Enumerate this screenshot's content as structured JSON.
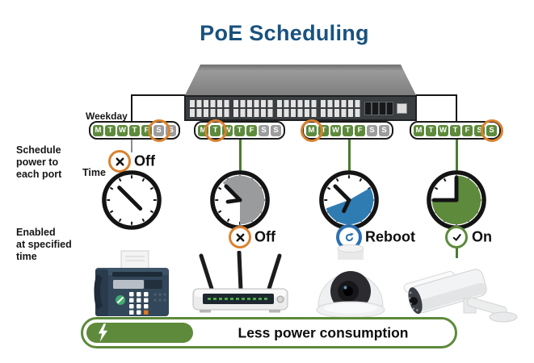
{
  "title": "PoE Scheduling",
  "side_labels": {
    "weekday": "Weekday",
    "schedule_power": "Schedule\npower to\neach port",
    "time": "Time",
    "enabled": "Enabled\nat specified\ntime"
  },
  "weekday_letters": [
    "M",
    "T",
    "W",
    "T",
    "F",
    "S",
    "S"
  ],
  "columns": [
    {
      "device_icon": "fax-phone-icon",
      "days_active": [
        true,
        true,
        true,
        true,
        true,
        false,
        false
      ],
      "circled_day_index": 5,
      "status": {
        "label": "Off",
        "type": "off"
      },
      "clock": {
        "wedge": null,
        "hands": [
          {
            "angle": 315,
            "len": 0.72
          },
          {
            "angle": 135,
            "len": 0.5
          }
        ]
      }
    },
    {
      "device_icon": "wireless-router-icon",
      "days_active": [
        true,
        true,
        true,
        true,
        true,
        false,
        false
      ],
      "circled_day_index": 1,
      "status": {
        "label": "Off",
        "type": "off"
      },
      "clock": {
        "wedge": {
          "from": 315,
          "to": 180,
          "color": "#999B9D"
        },
        "hands": [
          {
            "angle": 315,
            "len": 0.8
          },
          {
            "angle": 262,
            "len": 0.5
          }
        ]
      }
    },
    {
      "device_icon": "dome-camera-icon",
      "days_active": [
        true,
        true,
        true,
        true,
        true,
        false,
        false
      ],
      "circled_day_index": 0,
      "status": {
        "label": "Reboot",
        "type": "reboot"
      },
      "clock": {
        "wedge": {
          "from": 60,
          "to": 250,
          "color": "#2F7CB3"
        },
        "hands": [
          {
            "angle": 315,
            "len": 0.8
          },
          {
            "angle": 205,
            "len": 0.5
          }
        ]
      }
    },
    {
      "device_icon": "bullet-camera-icon",
      "days_active": [
        true,
        true,
        true,
        true,
        true,
        true,
        true
      ],
      "circled_day_index": 6,
      "status": {
        "label": "On",
        "type": "on"
      },
      "clock": {
        "wedge": {
          "from": 0,
          "to": 270,
          "color": "#5D8A3B"
        },
        "hands": [
          {
            "angle": 0,
            "len": 0.92
          },
          {
            "angle": 270,
            "len": 0.92
          }
        ]
      }
    }
  ],
  "banner": {
    "text": "Less power consumption",
    "icon": "lightning-bolt"
  },
  "colors": {
    "title_blue": "#19527E",
    "day_active_green": "#5D8A3B",
    "day_inactive_gray": "#9D9D9D",
    "highlight_ring_orange": "#D9822F",
    "schedule_line_green": "#4C7A2F",
    "reboot_blue": "#2B6FB0",
    "reboot_line_blue": "#93BEDE",
    "wedge_gray": "#999B9D",
    "wedge_blue": "#2F7CB3",
    "banner_green": "#5D8A3B"
  }
}
